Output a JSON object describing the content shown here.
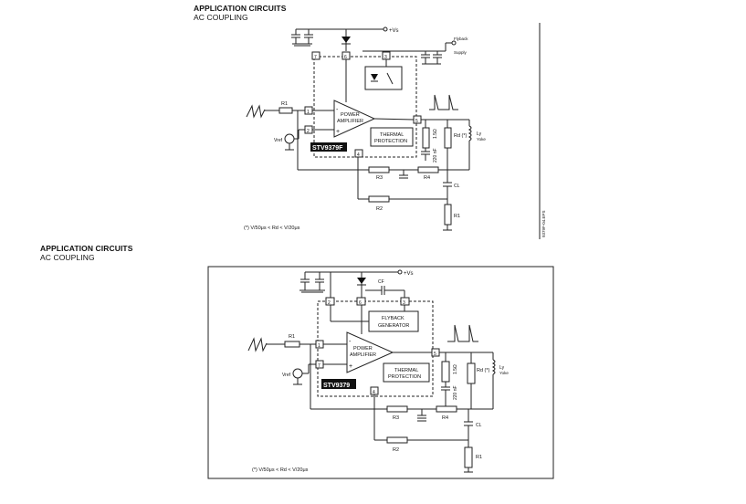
{
  "sections": [
    {
      "title": "APPLICATION CIRCUITS",
      "subtitle": "AC COUPLING",
      "chip": "STV9379F",
      "amplifier": [
        "POWER",
        "AMPLIFIER"
      ],
      "protection": [
        "THERMAL",
        "PROTECTION"
      ],
      "pins": [
        "7",
        "6",
        "3",
        "5",
        "1",
        "2",
        "4"
      ],
      "labels": {
        "vs": "+Vs",
        "flyback": [
          "Flyback",
          "Supply"
        ],
        "r1": "R1",
        "r2": "R2",
        "r3": "R3",
        "r4": "R4",
        "rd": "Rd (*)",
        "yoke": [
          "Ly",
          "Yoke"
        ],
        "cl": "CL",
        "comp_r": "1.5Ω",
        "comp_c": "220 nF",
        "vref": "Vref",
        "formula": "(*)  V/50μs < Rd < V/20μs",
        "side_code": "9379F-04.EPS"
      }
    },
    {
      "title": "APPLICATION CIRCUITS",
      "subtitle": "AC COUPLING",
      "chip": "STV9379",
      "amplifier": [
        "POWER",
        "AMPLIFIER"
      ],
      "protection": [
        "THERMAL",
        "PROTECTION"
      ],
      "generator": [
        "FLYBACK",
        "GENERATOR"
      ],
      "pins": [
        "2",
        "6",
        "3",
        "1",
        "7",
        "5",
        "4"
      ],
      "labels": {
        "vs": "+Vs",
        "cf": "CF",
        "r1": "R1",
        "r2": "R2",
        "r3": "R3",
        "r4": "R4",
        "rd": "Rd (*)",
        "yoke": [
          "Ly",
          "Yoke"
        ],
        "cl": "CL",
        "comp_r": "1.5Ω",
        "comp_c": "220 nF",
        "vref": "Vref",
        "formula": "(*)  V/50μs < Rd < V/20μs"
      }
    }
  ]
}
